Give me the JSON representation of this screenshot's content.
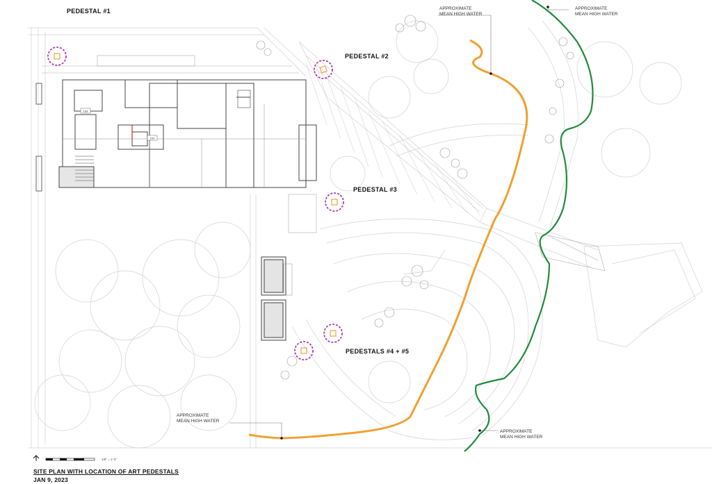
{
  "pedestals": [
    {
      "label": "PEDESTAL #1"
    },
    {
      "label": "PEDESTAL #2"
    },
    {
      "label": "PEDESTAL #3"
    },
    {
      "label": "PEDESTALS #4 + #5"
    }
  ],
  "water_notes": {
    "top_orange": {
      "line1": "APPROXIMATE",
      "line2": "MEAN HIGH WATER"
    },
    "top_green": {
      "line1": "APPROXIMATE",
      "line2": "MEAN HIGH WATER"
    },
    "bottom_orange": {
      "line1": "APPROXIMATE",
      "line2": "MEAN HIGH WATER"
    },
    "bottom_green": {
      "line1": "APPROXIMATE",
      "line2": "MEAN HIGH WATER"
    }
  },
  "room_tags": {
    "a": "103",
    "b": "102"
  },
  "scale_text": "1/8\" = 1'-0\"",
  "title": {
    "main": "SITE PLAN WITH LOCATION OF ART PEDESTALS",
    "date": "JAN 9, 2023"
  },
  "colors": {
    "orange_line": "#f0a030",
    "green_line": "#1e8c3a",
    "pedestal_circle": "#b03aa8",
    "pedestal_square": "#e8901e",
    "linework": "#c8c8c8",
    "building": "#444444"
  }
}
